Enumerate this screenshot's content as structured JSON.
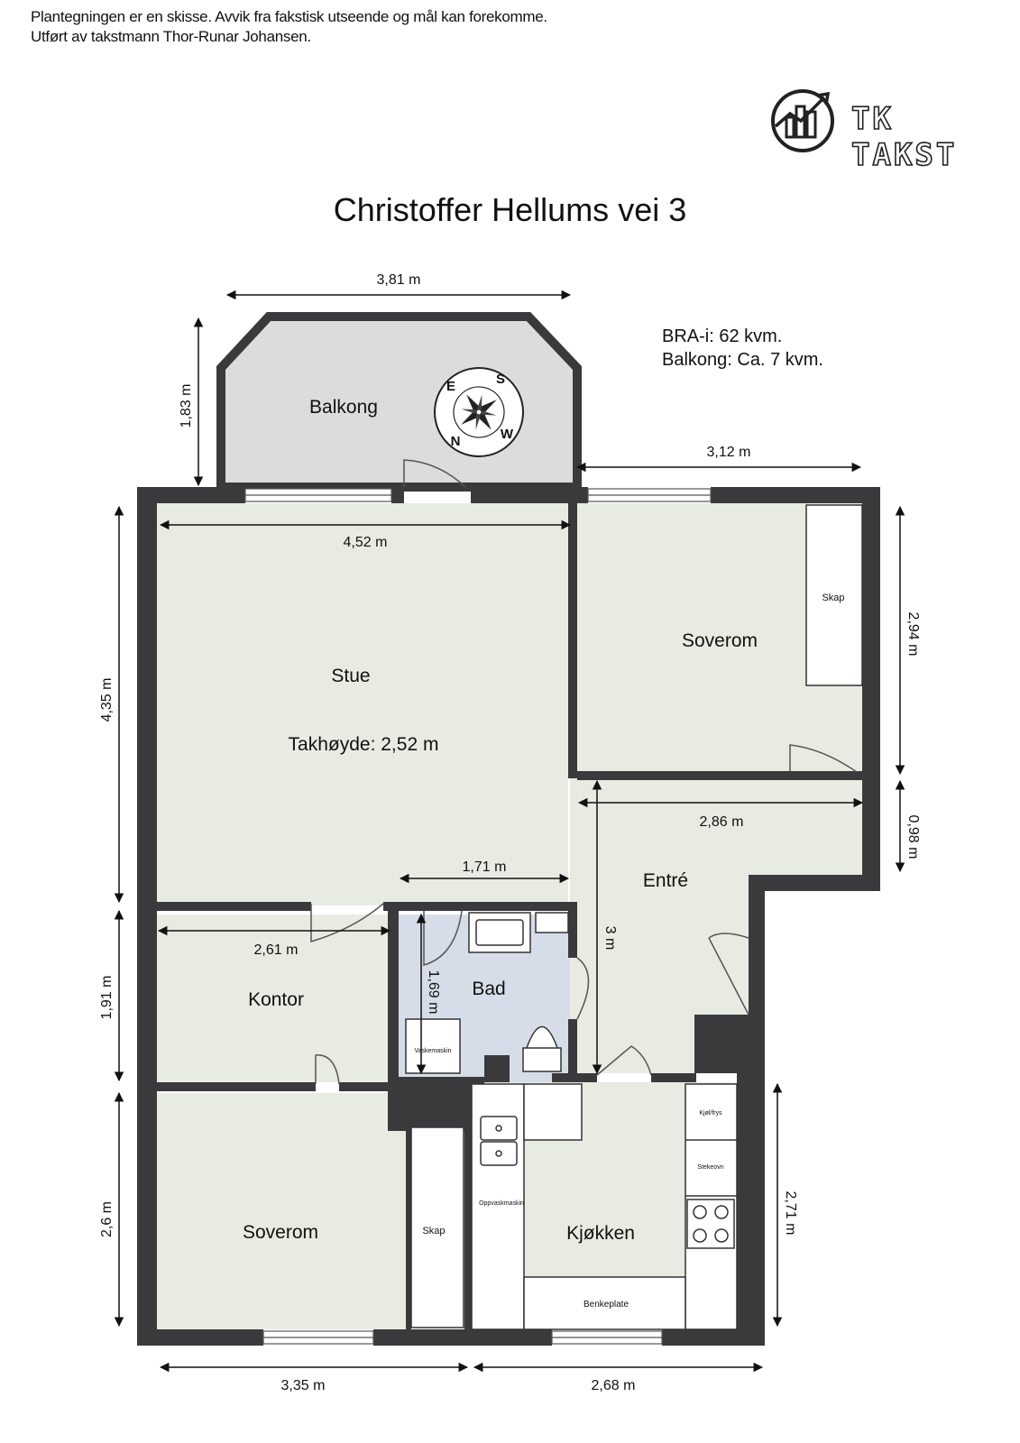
{
  "header": {
    "disclaimer_line1": "Plantegningen er en skisse. Avvik fra fakstisk utseende og mål kan forekomme.",
    "disclaimer_line2": "Utført av takstmann Thor-Runar Johansen."
  },
  "logo": {
    "text": "TK TAKST",
    "icon": "buildings-chart-icon"
  },
  "title": "Christoffer Hellums vei 3",
  "area": {
    "bra": "BRA-i: 62 kvm.",
    "balcony": "Balkong: Ca. 7 kvm."
  },
  "rooms": {
    "balkong": "Balkong",
    "stue": "Stue",
    "takhoyde": "Takhøyde: 2,52 m",
    "soverom_top": "Soverom",
    "skap_top": "Skap",
    "entre": "Entré",
    "kontor": "Kontor",
    "bad": "Bad",
    "vaskemaskin": "Vaskemaskin",
    "soverom_bottom": "Soverom",
    "skap_bottom": "Skap",
    "kjokken": "Kjøkken",
    "kjolfrys": "Kjøl/frys",
    "stekeovn": "Stekeovn",
    "oppvaskmaskin": "Oppvaskmaskin",
    "benkeplate": "Benkeplate"
  },
  "dimensions": {
    "balcony_width": "3,81 m",
    "balcony_depth": "1,83 m",
    "bedroom_top_width": "3,12 m",
    "stue_width": "4,52 m",
    "stue_height": "4,35 m",
    "bedroom_top_height": "2,94 m",
    "entre_width": "2,86 m",
    "entre_offset": "0,98 m",
    "bad_width": "1,71 m",
    "kontor_width": "2,61 m",
    "entre_height": "3 m",
    "bad_height": "1,69 m",
    "kontor_height": "1,91 m",
    "bedroom_bottom_height": "2,6 m",
    "kitchen_height": "2,71 m",
    "bottom_left_width": "3,35 m",
    "bottom_right_width": "2,68 m"
  },
  "compass": {
    "n": "N",
    "e": "E",
    "s": "S",
    "w": "W"
  },
  "colors": {
    "wall": "#3a3a3c",
    "floor": "#e8ebe2",
    "bath": "#d7dde8",
    "balcony": "#dcdcdc"
  }
}
